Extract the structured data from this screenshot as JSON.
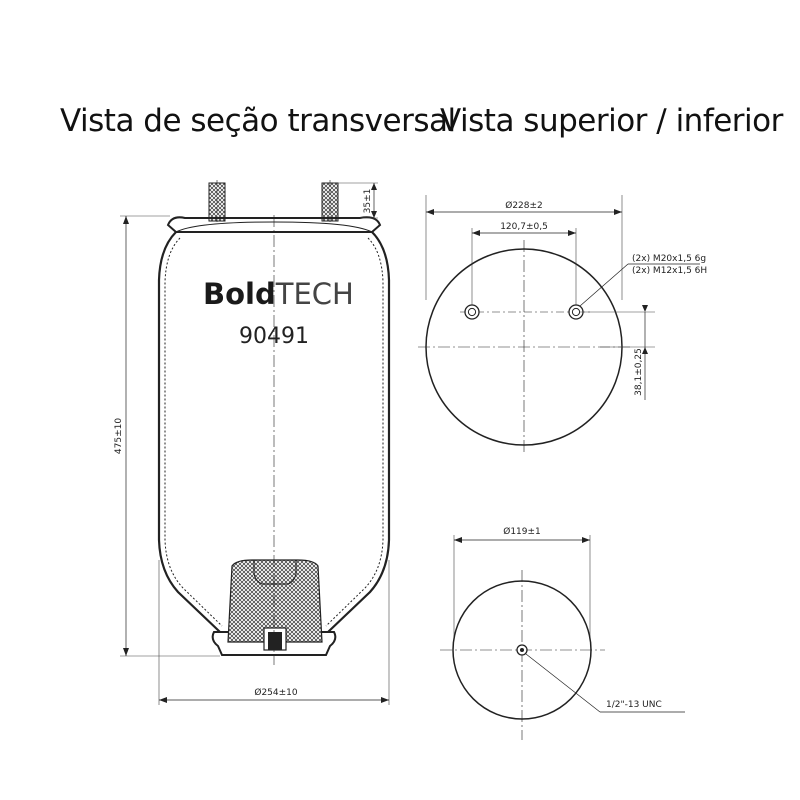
{
  "titles": {
    "cross_section": "Vista de seção transversal",
    "top_bottom": "Vista superior / inferior"
  },
  "brand": {
    "name_bold": "Bold",
    "name_light": "TECH",
    "part_number": "90491"
  },
  "cross_section": {
    "height_dim": "475±10",
    "width_dim": "Ø254±10",
    "stud_height_dim": "35±1"
  },
  "top_view": {
    "diameter_dim": "Ø228±2",
    "stud_spacing_dim": "120,7±0,5",
    "thread_note_1": "(2x) M20x1,5 6g",
    "thread_note_2": "(2x) M12x1,5 6H",
    "offset_dim": "38,1±0,25"
  },
  "bottom_view": {
    "diameter_dim": "Ø119±1",
    "thread_note": "1/2\"-13 UNC"
  },
  "colors": {
    "line": "#222222",
    "brand_dark": "#1a1a1a",
    "brand_gray": "#444444"
  }
}
